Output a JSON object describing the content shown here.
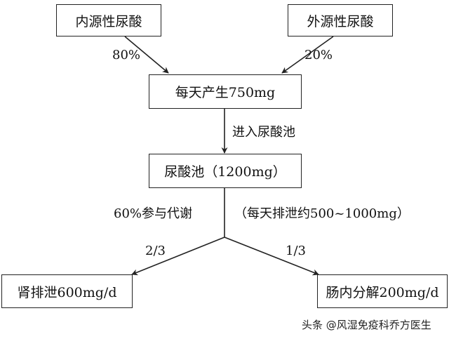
{
  "boxes": {
    "endogenous": "内源性尿酸",
    "exogenous": "外源性尿酸",
    "daily": "每天产生750mg",
    "pool": "尿酸池（1200mg）",
    "renal": "肾排泄600mg/d",
    "intestinal": "肠内分解200mg/d"
  },
  "labels": {
    "endogenous_pct": "80%",
    "exogenous_pct": "20%",
    "enter_pool": "进入尿酸池",
    "metabolism": "60%参与代谢",
    "daily_excretion": "（每天排泄约500~1000mg）",
    "renal_fraction": "2/3",
    "intestinal_fraction": "1/3"
  },
  "watermark": "头条 @风湿免疫科乔方医生"
}
